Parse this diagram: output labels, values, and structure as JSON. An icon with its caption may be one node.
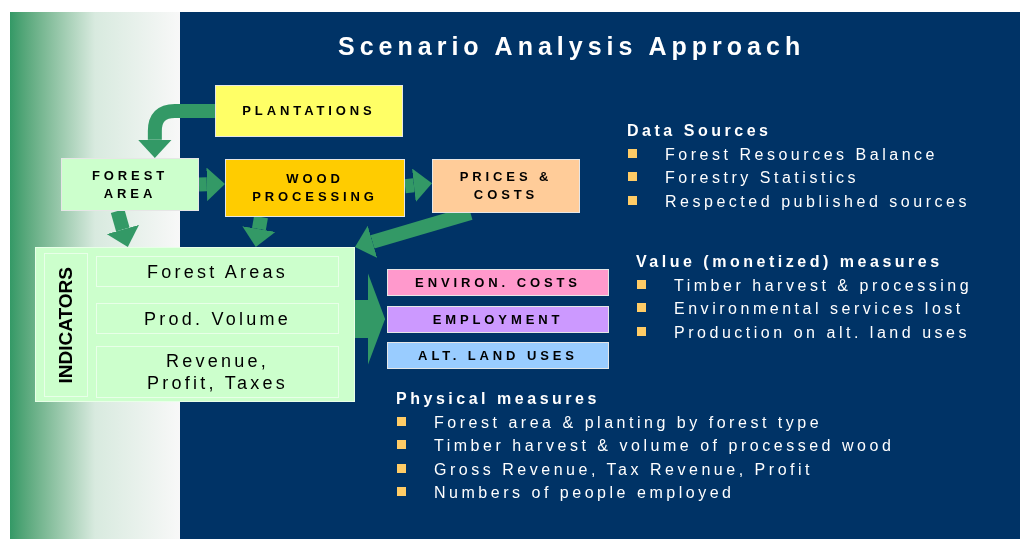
{
  "diagram": {
    "title": "Scenario Analysis Approach",
    "nodes": [
      {
        "text": [
          "PLANTATIONS"
        ]
      },
      {
        "text": [
          "FOREST AREA"
        ]
      },
      {
        "text": [
          "WOOD PROCESSING"
        ]
      },
      {
        "text": [
          "PRICES & COSTS"
        ]
      },
      {
        "text": [
          "INDICATORS"
        ]
      },
      {
        "text": [
          "Forest Areas"
        ],
        "in": 4
      },
      {
        "text": [
          "Prod. Volume"
        ],
        "in": 4
      },
      {
        "text": [
          "Revenue, Profit, Taxes"
        ],
        "in": 4
      },
      {
        "text": [
          "ENVIRON. COSTS"
        ]
      },
      {
        "text": [
          "EMPLOYMENT"
        ]
      },
      {
        "text": [
          "ALT. LAND USES"
        ]
      }
    ],
    "edges": [
      {
        "from": 0,
        "to": 1,
        "arrow": "to"
      },
      {
        "from": 1,
        "to": 2,
        "arrow": "to"
      },
      {
        "from": 2,
        "to": 3,
        "arrow": "to"
      },
      {
        "from": 1,
        "to": 4,
        "arrow": "to"
      },
      {
        "from": 2,
        "to": 4,
        "arrow": "to"
      },
      {
        "from": 3,
        "to": 4,
        "arrow": "to"
      },
      {
        "from": 4,
        "to": 8,
        "arrow": "to",
        "style": "thick"
      },
      {
        "from": 4,
        "to": 9,
        "arrow": "to",
        "style": "thick"
      },
      {
        "from": 4,
        "to": 10,
        "arrow": "to",
        "style": "thick"
      }
    ],
    "labels": [
      "Data Sources",
      "Forest Resources Balance",
      "Forestry Statistics",
      "Respected published sources",
      "Value (monetized) measures",
      "Timber harvest & processing",
      "Environmental services lost",
      "Production on alt. land uses",
      "Physical measures",
      "Forest area & planting by forest type",
      "Timber harvest & volume of processed wood",
      "Gross Revenue, Tax Revenue, Profit",
      "Numbers of people employed"
    ]
  }
}
